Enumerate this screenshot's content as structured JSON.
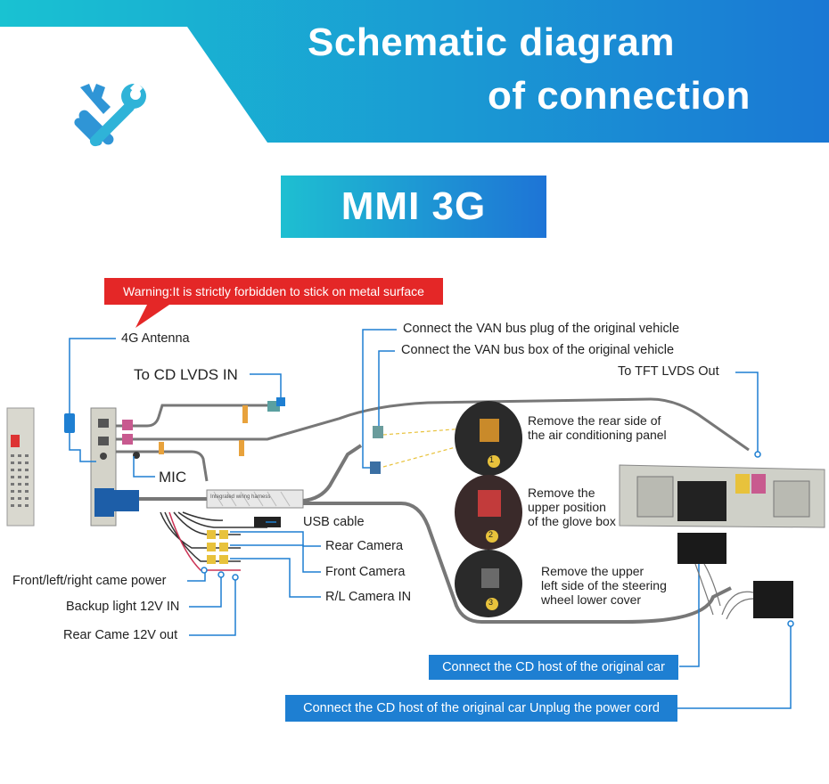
{
  "header": {
    "title_line1": "Schematic diagram",
    "title_line2": "of connection",
    "gradient_start": "#19c2d2",
    "gradient_end": "#1a78d4"
  },
  "model_label": "MMI 3G",
  "warning": "Warning:It is strictly forbidden to stick on metal surface",
  "labels": {
    "antenna": "4G Antenna",
    "cd_lvds": "To CD LVDS IN",
    "mic": "MIC",
    "harness": "Integrated wiring harness",
    "usb": "USB cable",
    "rear_camera": "Rear Camera",
    "front_camera": "Front Camera",
    "rl_camera": "R/L Camera IN",
    "front_power": "Front/left/right came power",
    "backup_light": "Backup light 12V IN",
    "rear_came_out": "Rear Came 12V out",
    "van_plug": "Connect the VAN bus plug of the original vehicle",
    "van_box": "Connect the VAN bus box of the original vehicle",
    "tft_lvds": "To TFT LVDS Out"
  },
  "steps": [
    {
      "number": "1",
      "line1": "Remove the rear side of",
      "line2": "the air conditioning panel",
      "line3": ""
    },
    {
      "number": "2",
      "line1": "Remove the",
      "line2": "upper position",
      "line3": "of the glove box"
    },
    {
      "number": "3",
      "line1": "Remove the upper",
      "line2": "left side of the steering",
      "line3": "wheel lower cover"
    }
  ],
  "bottom_boxes": {
    "cd_host": "Connect the CD host of the original car",
    "cd_host_power": "Connect the CD host of the original car Unplug the power cord"
  },
  "icons": [
    "wrench-screwdriver-icon"
  ]
}
